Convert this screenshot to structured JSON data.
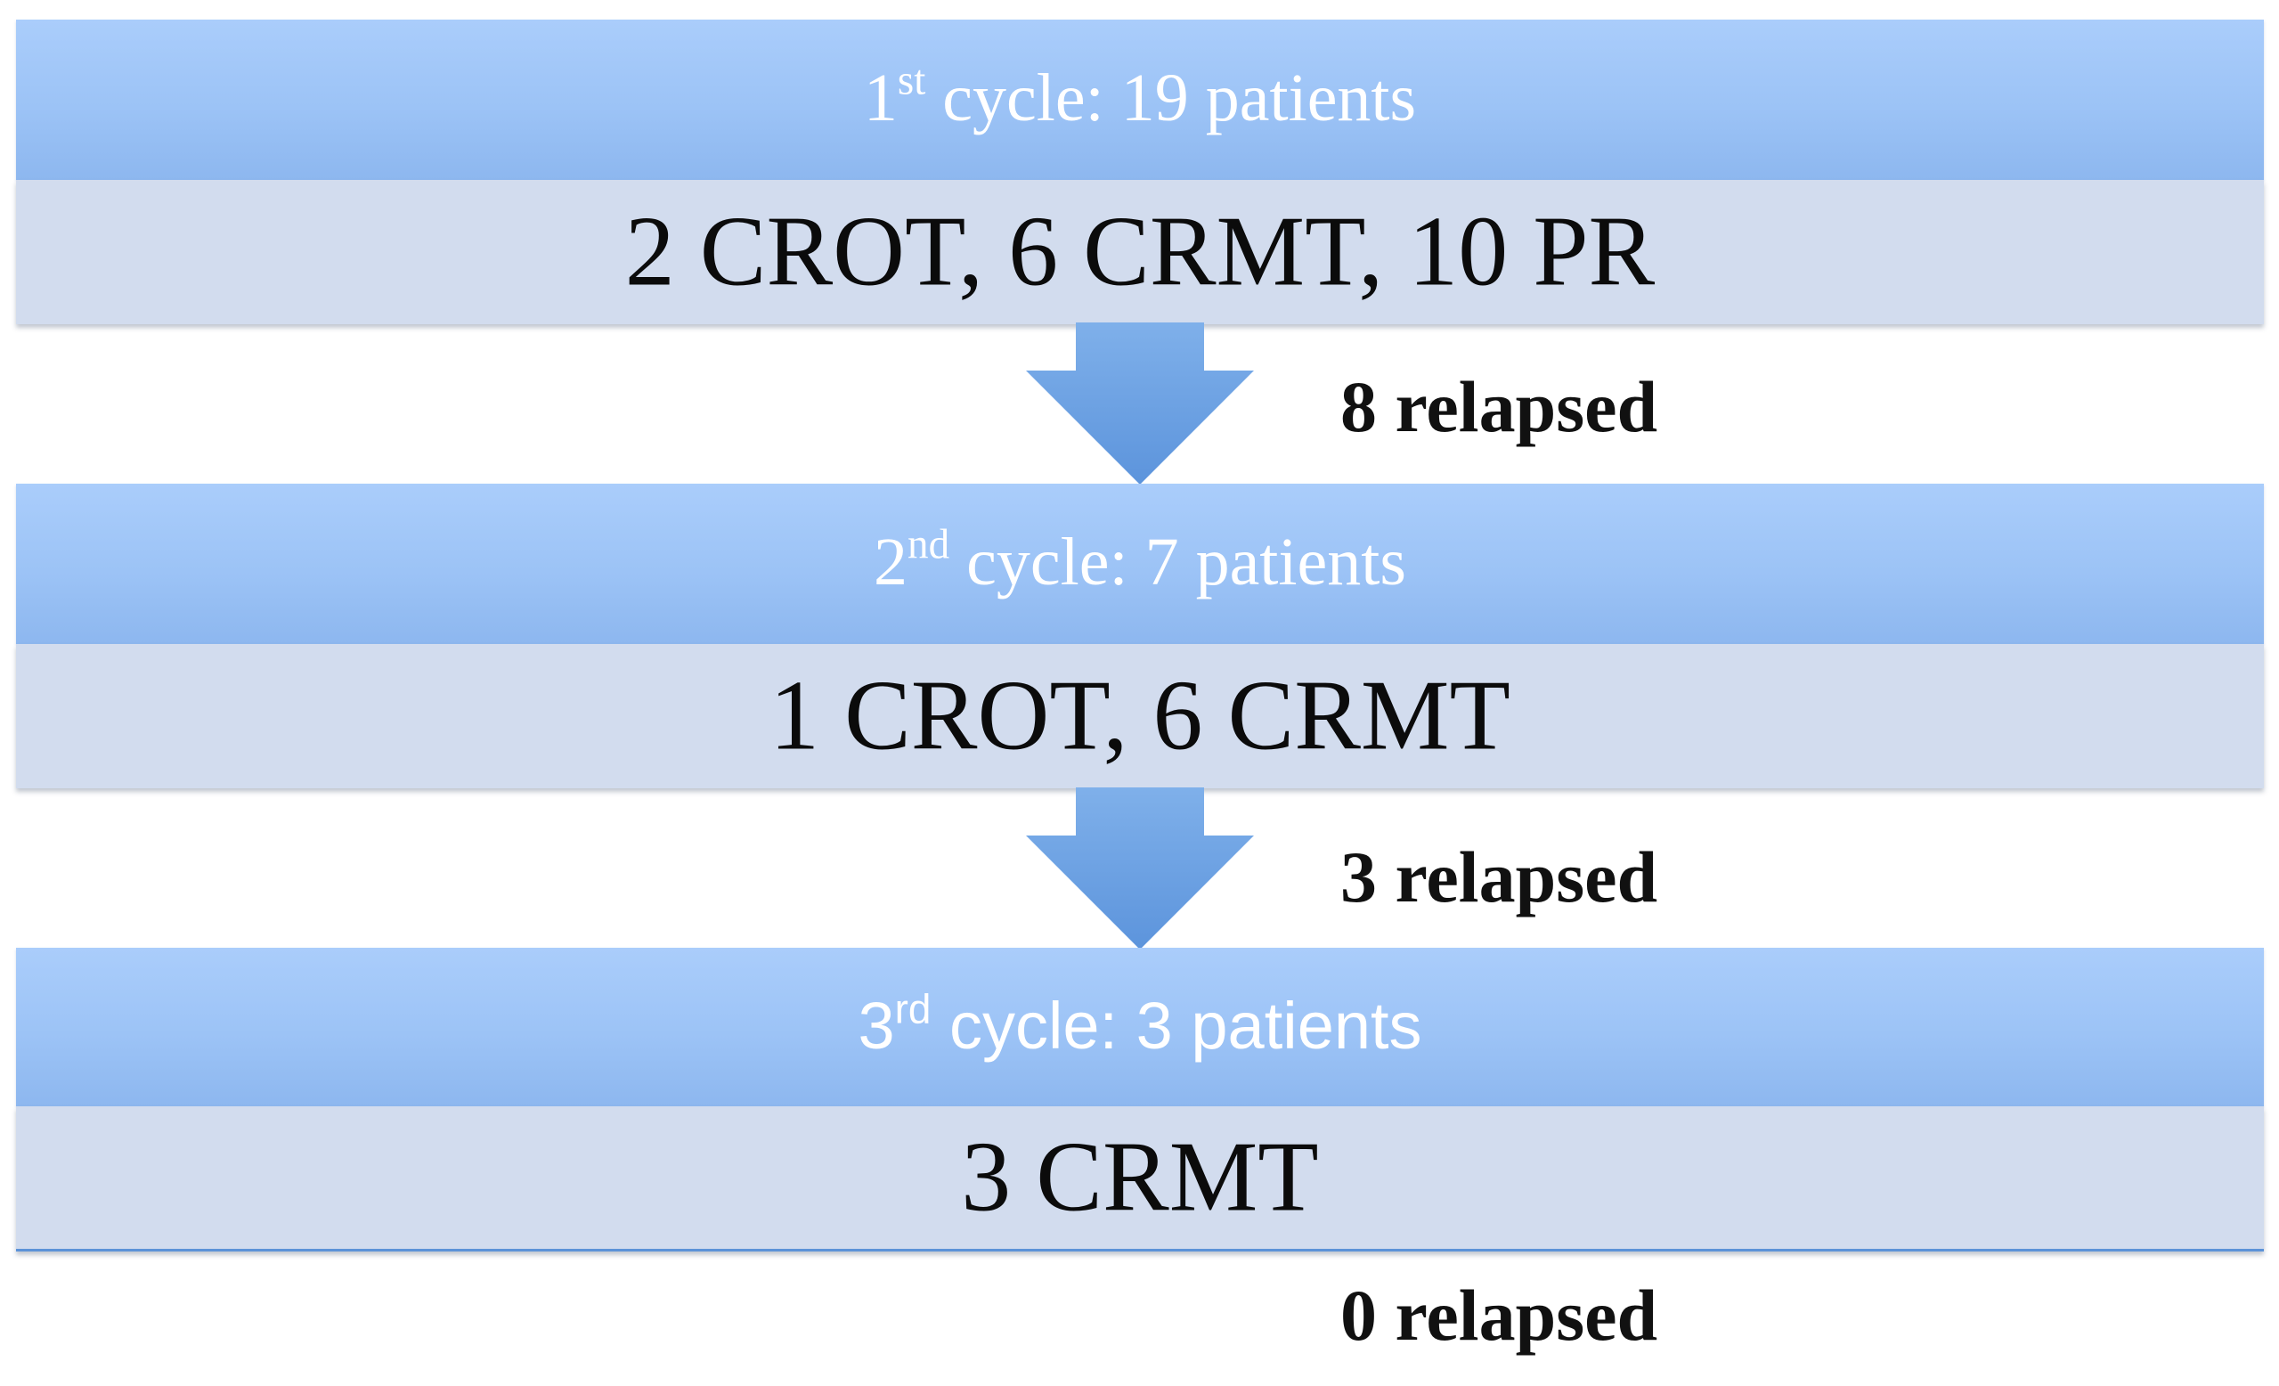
{
  "cycles": [
    {
      "number": "1",
      "ordinal_suffix": "st",
      "header_text": " cycle: 19 patients",
      "detail": "2 CROT, 6 CRMT, 10 PR",
      "relapsed": "8 relapsed"
    },
    {
      "number": "2",
      "ordinal_suffix": "nd",
      "header_text": " cycle: 7 patients",
      "detail": "1 CROT, 6 CRMT",
      "relapsed": "3 relapsed"
    },
    {
      "number": "3",
      "ordinal_suffix": "rd",
      "header_text": " cycle: 3 patients",
      "detail": "3 CRMT",
      "relapsed": "0 relapsed"
    }
  ],
  "colors": {
    "header": "#9cc3f6",
    "body": "#d2dcee",
    "arrow": "#6fa2e2"
  },
  "icons": [
    "down-arrow-icon",
    "down-arrow-icon"
  ]
}
